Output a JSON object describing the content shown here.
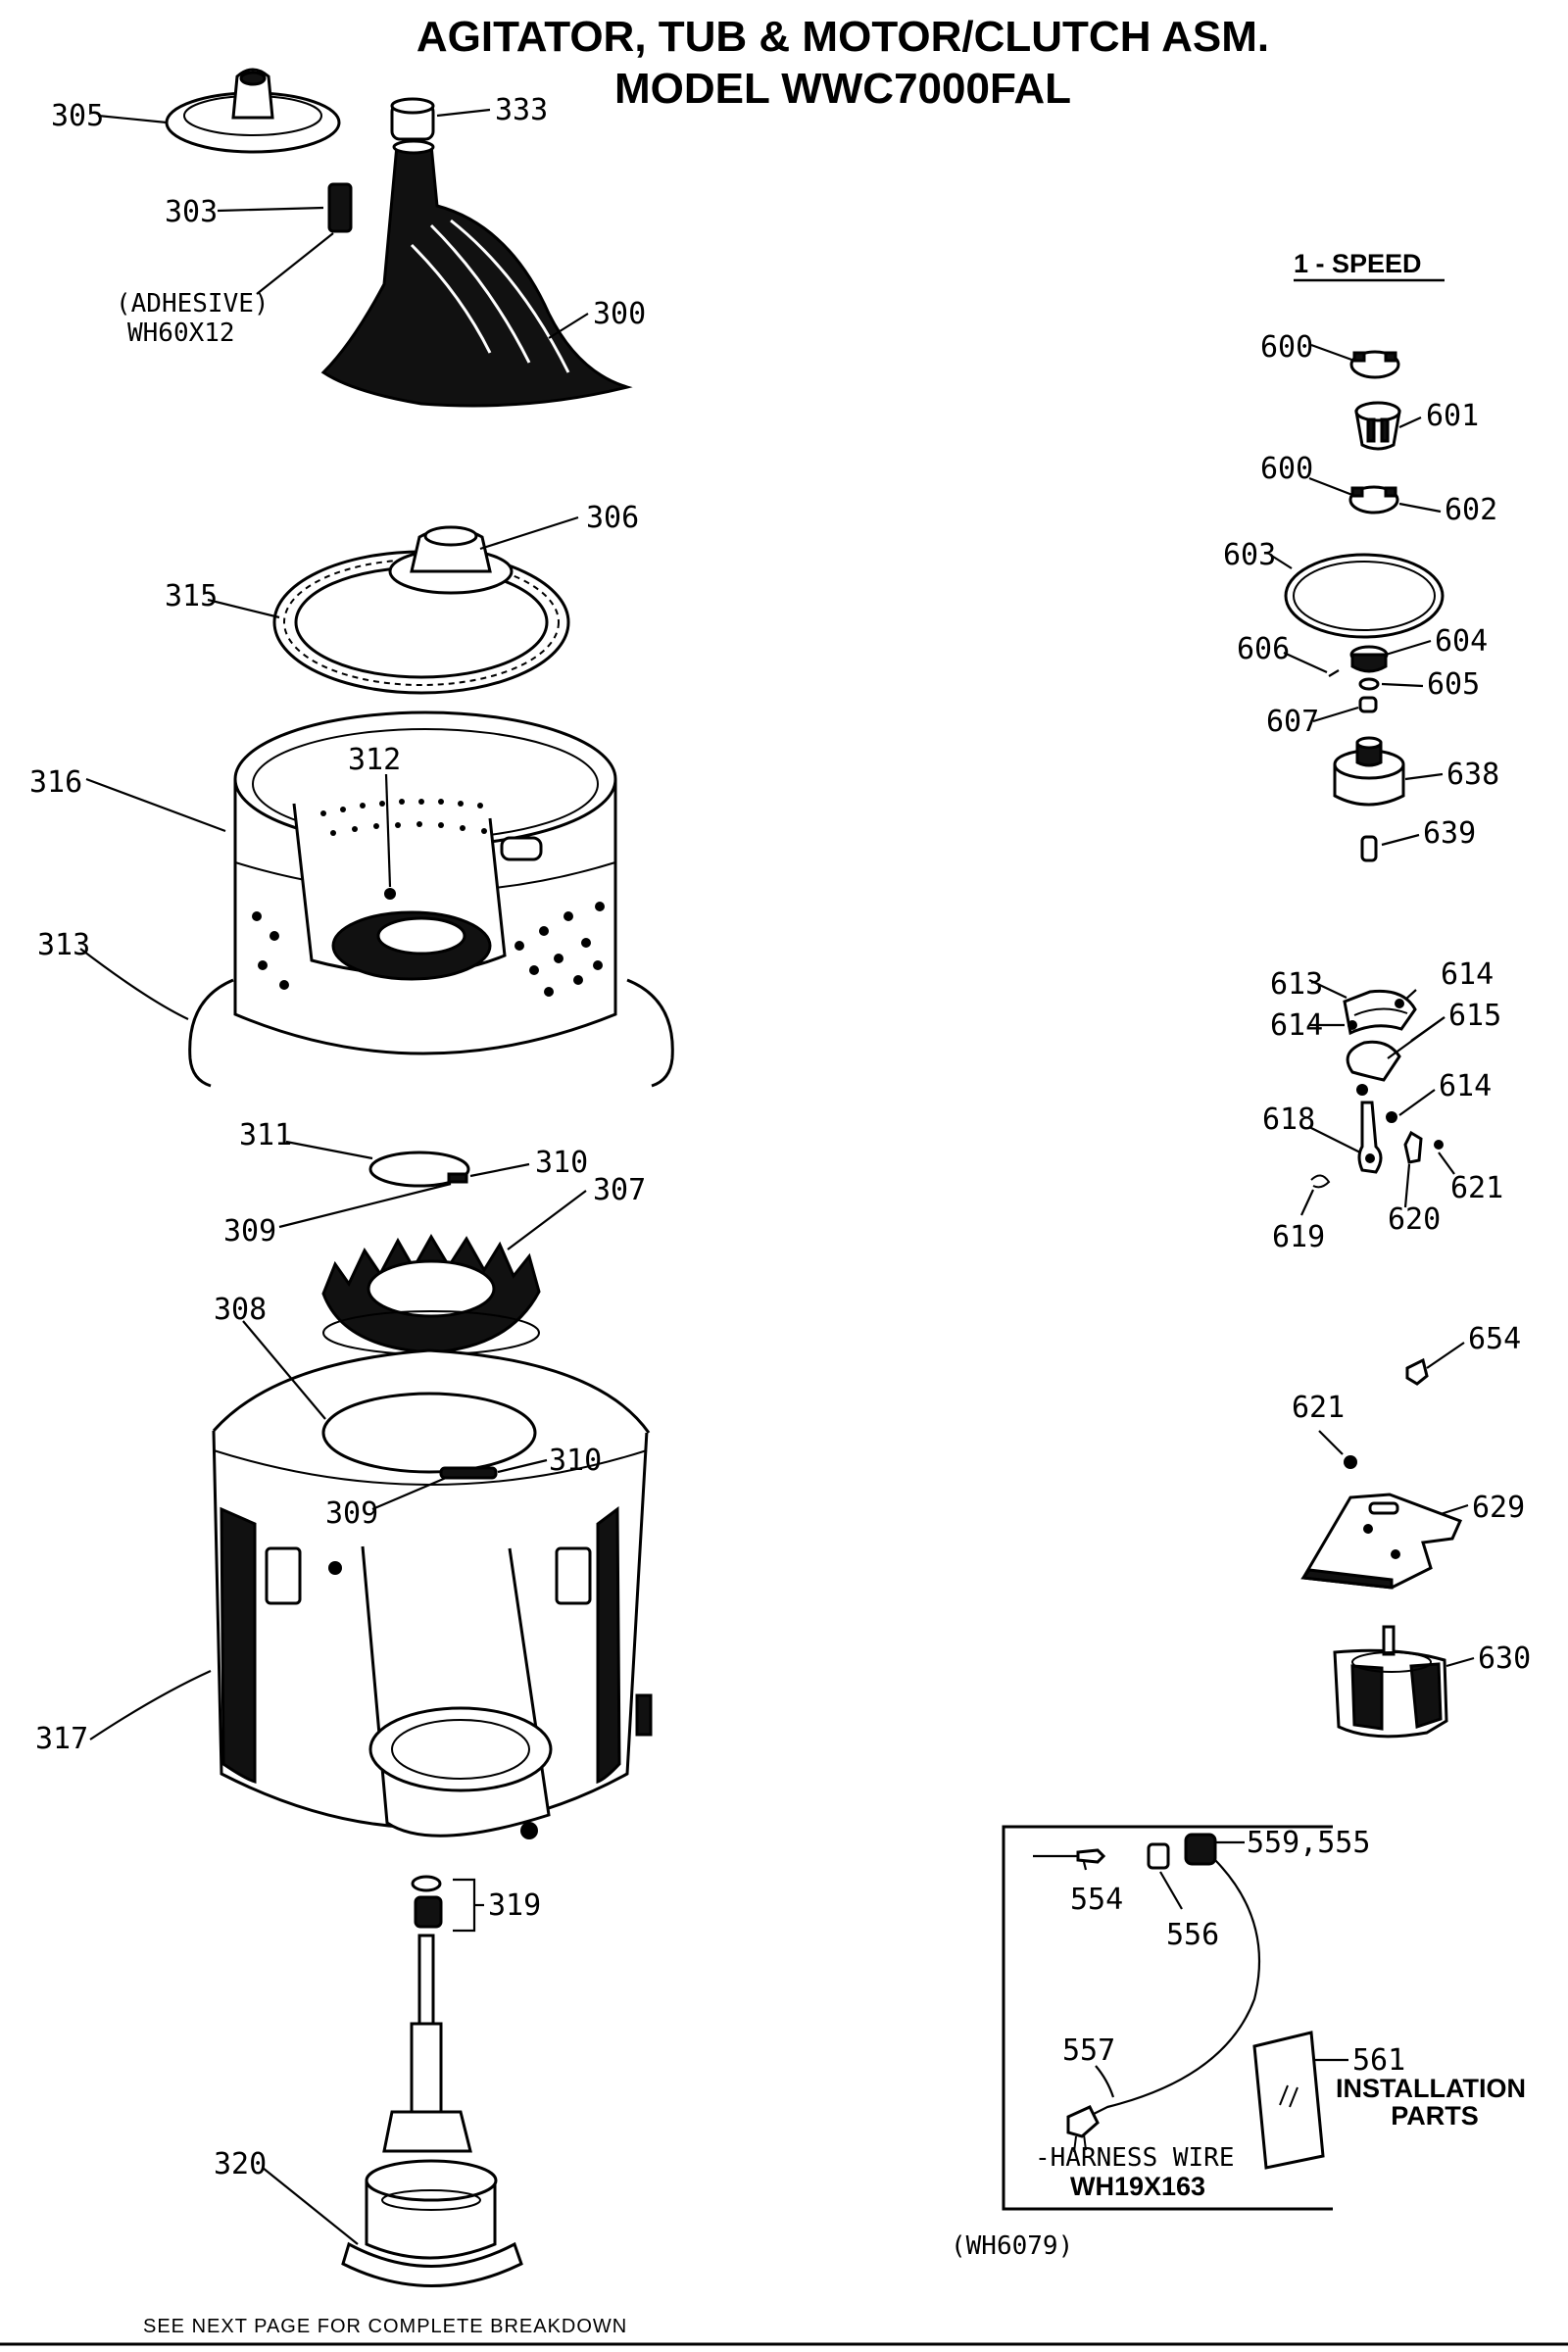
{
  "title": {
    "line1": "AGITATOR, TUB & MOTOR/CLUTCH ASM.",
    "line2": "MODEL WWC7000FAL"
  },
  "speed_heading": "1 - SPEED",
  "callouts": {
    "p305": "305",
    "p333": "333",
    "p303": "303",
    "p300": "300",
    "p306": "306",
    "p315": "315",
    "p316": "316",
    "p312": "312",
    "p313": "313",
    "p311": "311",
    "p310a": "310",
    "p309a": "309",
    "p307": "307",
    "p308": "308",
    "p310b": "310",
    "p309b": "309",
    "p317": "317",
    "p319": "319",
    "p320": "320",
    "p600a": "600",
    "p601": "601",
    "p600b": "600",
    "p602": "602",
    "p603": "603",
    "p606": "606",
    "p604": "604",
    "p605": "605",
    "p607": "607",
    "p638": "638",
    "p639": "639",
    "p613": "613",
    "p614a": "614",
    "p614b": "614",
    "p615": "615",
    "p614c": "614",
    "p618": "618",
    "p621a": "621",
    "p620": "620",
    "p619": "619",
    "p654": "654",
    "p621b": "621",
    "p629": "629",
    "p630": "630",
    "p554": "554",
    "p556": "556",
    "p559": "559,555",
    "p557": "557",
    "p561": "561"
  },
  "adhesive": {
    "line1": "(ADHESIVE)",
    "line2": "WH60X12"
  },
  "installation": {
    "line1": "INSTALLATION",
    "line2": "PARTS"
  },
  "harness": {
    "line1": "-HARNESS WIRE",
    "line2": "WH19X163"
  },
  "doc_code": "(WH6079)",
  "footer": "SEE NEXT PAGE FOR COMPLETE BREAKDOWN"
}
